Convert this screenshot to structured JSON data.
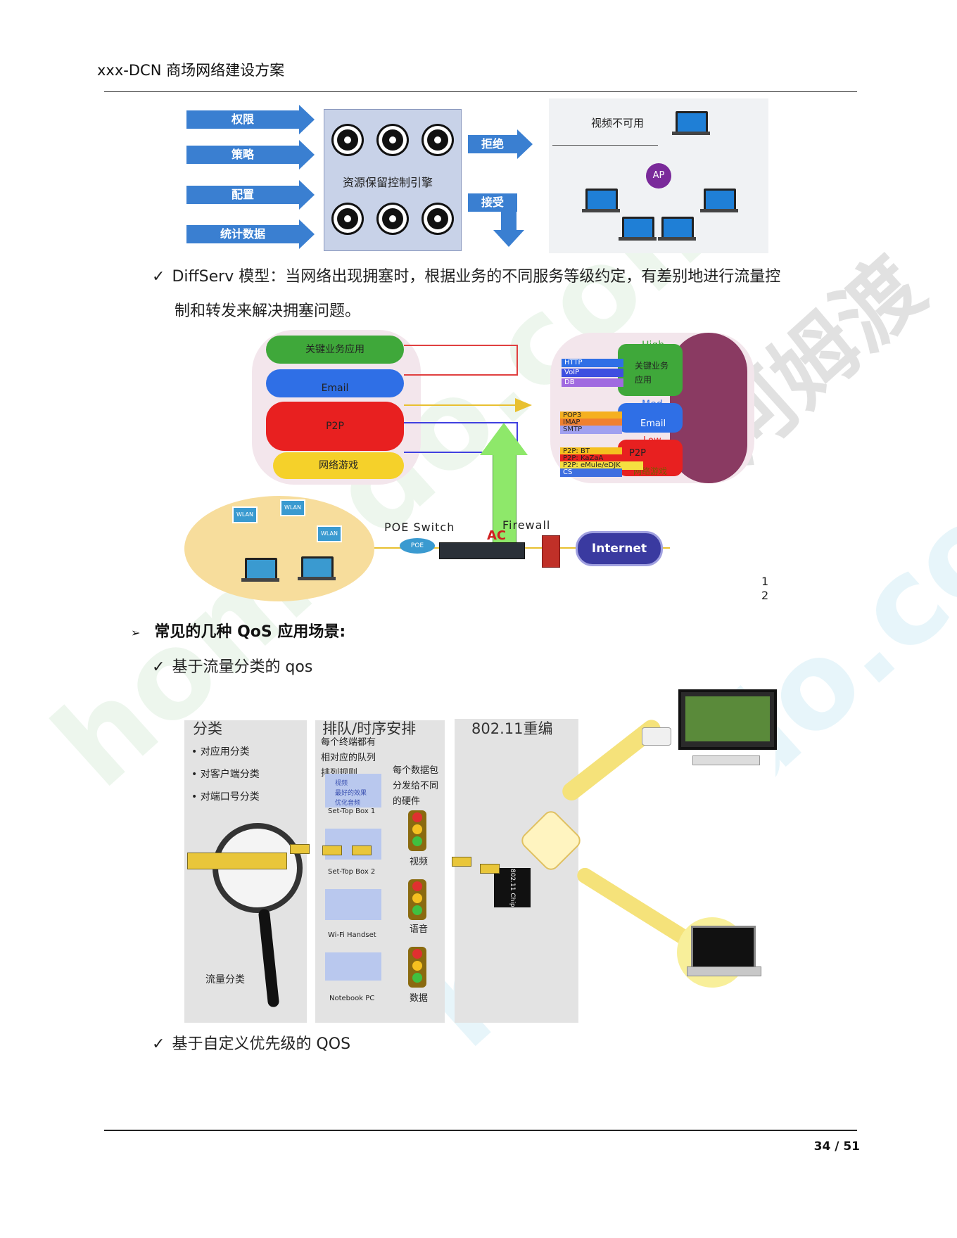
{
  "header": {
    "title": "xxx-DCN 商场网络建设方案"
  },
  "figure1": {
    "inputs": [
      "权限",
      "策略",
      "配置",
      "统计数据"
    ],
    "engine_label": "资源保留控制引擎",
    "outputs": [
      "拒绝",
      "接受"
    ],
    "video_label": "视频不可用",
    "ap_label": "AP"
  },
  "diffserv": {
    "check": "✓",
    "text_line1": "DiffServ 模型：当网络出现拥塞时，根据业务的不同服务等级约定，有差别地进行流量控",
    "text_line2": "制和转发来解决拥塞问题。"
  },
  "figure2": {
    "left_pipes": [
      "关键业务应用",
      "Email",
      "P2P",
      "网络游戏"
    ],
    "right_classes": [
      "High",
      "Med",
      "Low"
    ],
    "right_labels": [
      "关键业务",
      "应用",
      "Email",
      "P2P",
      "网络游戏"
    ],
    "tags": [
      "HTTP",
      "VoIP",
      "DB",
      "POP3",
      "IMAP",
      "SMTP",
      "P2P: BT",
      "P2P: KaZaA",
      "P2P: eMule/eDJK",
      "CS"
    ],
    "poe_switch": "POE Switch",
    "poe_icon": "POE",
    "firewall": "Firewall",
    "ac": "AC",
    "internet": "Internet",
    "wlan": "WLAN",
    "footnote": [
      "1",
      "2"
    ]
  },
  "qos_section": {
    "bullet": "➢",
    "title": "常见的几种 QoS 应用场景:",
    "item1": "基于流量分类的 qos",
    "item2": "基于自定义优先级的 QOS"
  },
  "figure3": {
    "panel1": {
      "title": "分类",
      "bullets": [
        "• 对应用分类",
        "• 对客户端分类",
        "• 对端口号分类"
      ],
      "caption": "流量分类"
    },
    "panel2": {
      "title": "排队/时序安排",
      "desc": [
        "每个终端都有",
        "相对应的队列",
        "排列规则"
      ],
      "queue_hint": [
        "视频",
        "最好的效果",
        "优化音频"
      ],
      "devices": [
        "Set-Top Box 1",
        "Set-Top Box 2",
        "Wi-Fi Handset",
        "Notebook PC"
      ],
      "desc2": [
        "每个数据包",
        "分发给不同",
        "的硬件"
      ],
      "lights": [
        "视频",
        "语音",
        "数据"
      ]
    },
    "panel3": {
      "title": "802.11重编",
      "chip": "802.11 Chip"
    }
  },
  "footer": {
    "page": "34 / 51"
  },
  "watermark": {
    "text1": "homedo.com",
    "text2": "homedo.com",
    "text3": "河姆渡"
  }
}
